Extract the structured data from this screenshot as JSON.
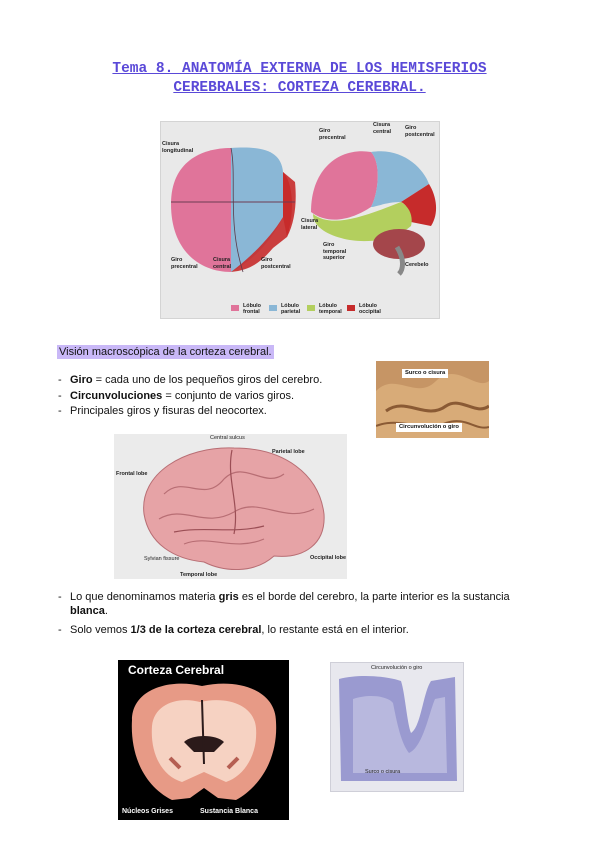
{
  "title_line1": "Tema 8. ANATOMÍA EXTERNA DE LOS HEMISFERIOS",
  "title_line2": "CEREBRALES: CORTEZA CEREBRAL.",
  "fig1": {
    "labels": {
      "cisura_longitudinal": "Cisura longitudinal",
      "giro_precentral_top": "Giro precentral",
      "cisura_central_top": "Cisura central",
      "giro_postcentral_top": "Giro postcentral",
      "cisura_lateral": "Cisura lateral",
      "giro_temporal_superior": "Giro temporal superior",
      "cerebelo": "Cerebelo",
      "giro_precentral_bottom": "Giro precentral",
      "cisura_central_bottom": "Cisura central",
      "giro_postcentral_bottom": "Giro postcentral"
    },
    "legend": [
      {
        "label": "Lóbulo frontal",
        "color": "#e0749a"
      },
      {
        "label": "Lóbulo parietal",
        "color": "#8ab7d6"
      },
      {
        "label": "Lóbulo temporal",
        "color": "#b3cf5e"
      },
      {
        "label": "Lóbulo occipital",
        "color": "#c62b2b"
      }
    ]
  },
  "section_heading": "Visión macroscópica de la corteza cerebral.",
  "bullets1": [
    {
      "bold": "Giro",
      "rest": " = cada uno de los pequeños giros del cerebro."
    },
    {
      "bold": "Circunvoluciones",
      "rest": " = conjunto de varios giros."
    },
    {
      "bold": "",
      "rest": "Principales giros y fisuras del neocortex."
    }
  ],
  "photo_labels": {
    "surco": "Surco o cisura",
    "circunvolucion": "Circunvolución o giro"
  },
  "fig2": {
    "central_sulcus": "Central sulcus",
    "frontal_lobe": "Frontal lobe",
    "parietal_lobe": "Parietal lobe",
    "occipital_lobe": "Occipital lobe",
    "temporal_lobe": "Temporal lobe",
    "sylvian_fissure": "Sylvian fissure"
  },
  "bullet2_a": {
    "pre": "Lo que denominamos materia ",
    "bold1": "gris",
    "mid": " es el borde del cerebro, la parte interior es la sustancia",
    "bold2": "blanca",
    "end": "."
  },
  "bullet2_b": {
    "pre": "Solo vemos ",
    "bold": "1/3 de la corteza cerebral",
    "rest": ", lo restante está en el interior."
  },
  "fig3": {
    "title": "Corteza Cerebral",
    "nucleos": "Núcleos Grises",
    "sustancia": "Sustancia Blanca"
  },
  "fig4": {
    "top": "Circunvolución o giro",
    "bottom": "Surco o cisura"
  }
}
